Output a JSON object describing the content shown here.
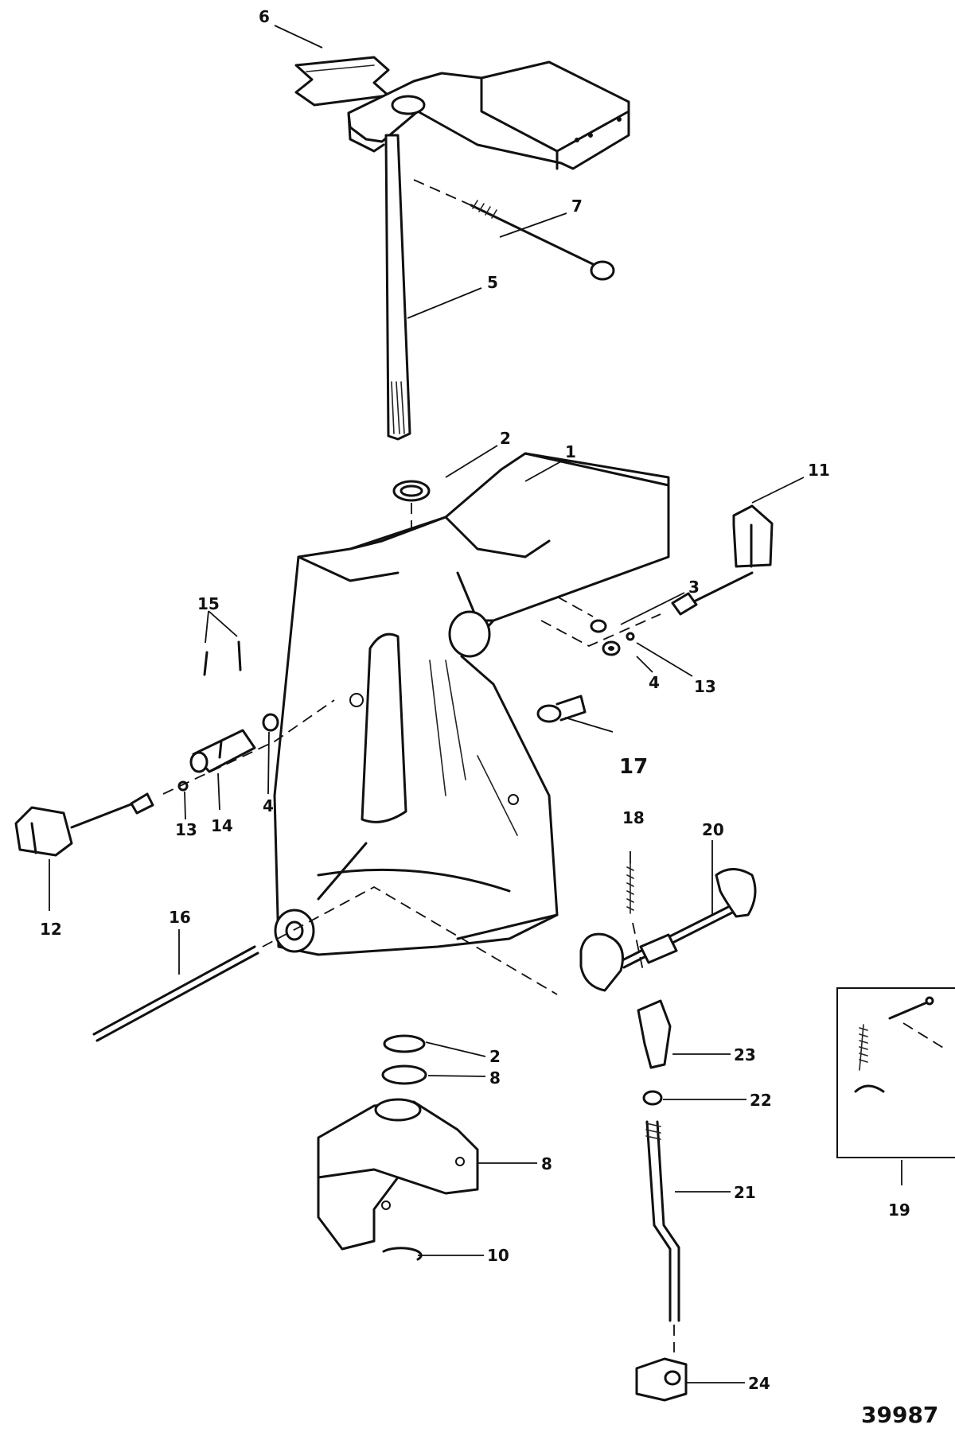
{
  "figure_number": "39987",
  "callouts": {
    "c1": "1",
    "c2_top": "2",
    "c2_bottom": "2",
    "c3": "3",
    "c4_right": "4",
    "c4_left": "4",
    "c5": "5",
    "c6": "6",
    "c7": "7",
    "c8_ring": "8",
    "c8_bracket": "8",
    "c10": "10",
    "c11": "11",
    "c12": "12",
    "c13_right": "13",
    "c13_left": "13",
    "c14": "14",
    "c15": "15",
    "c16": "16",
    "c17": "17",
    "c18": "18",
    "c19": "19",
    "c20": "20",
    "c21": "21",
    "c22": "22",
    "c23": "23",
    "c24": "24"
  }
}
